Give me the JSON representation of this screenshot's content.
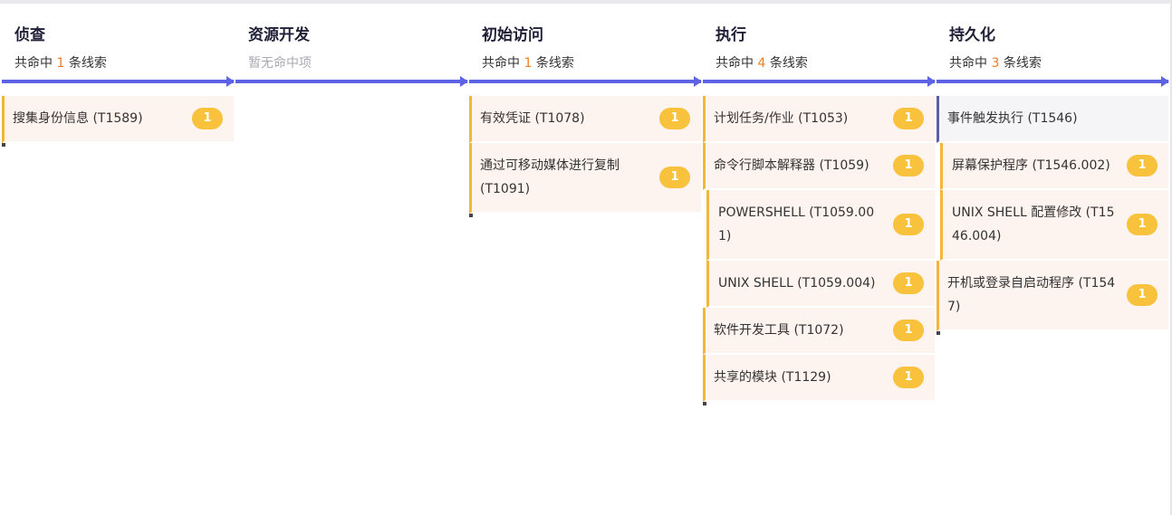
{
  "columns": [
    {
      "title": "侦查",
      "summary": {
        "prefix": "共命中 ",
        "count": "1",
        "suffix": " 条线索",
        "empty_text": ""
      },
      "items": [
        {
          "label": "搜集身份信息 (T1589)",
          "badge": "1"
        }
      ]
    },
    {
      "title": "资源开发",
      "summary": {
        "prefix": "",
        "count": "",
        "suffix": "",
        "empty_text": "暂无命中项"
      },
      "items": []
    },
    {
      "title": "初始访问",
      "summary": {
        "prefix": "共命中 ",
        "count": "1",
        "suffix": " 条线索",
        "empty_text": ""
      },
      "items": [
        {
          "label": "有效凭证 (T1078)",
          "badge": "1"
        },
        {
          "label": "通过可移动媒体进行复制 (T1091)",
          "badge": "1"
        }
      ]
    },
    {
      "title": "执行",
      "summary": {
        "prefix": "共命中 ",
        "count": "4",
        "suffix": " 条线索",
        "empty_text": ""
      },
      "items": [
        {
          "label": "计划任务/作业 (T1053)",
          "badge": "1"
        },
        {
          "label": "命令行脚本解释器 (T1059)",
          "badge": "1"
        },
        {
          "label": "POWERSHELL (T1059.001)",
          "badge": "1"
        },
        {
          "label": "UNIX SHELL (T1059.004)",
          "badge": "1"
        },
        {
          "label": "软件开发工具 (T1072)",
          "badge": "1"
        },
        {
          "label": "共享的模块 (T1129)",
          "badge": "1"
        }
      ]
    },
    {
      "title": "持久化",
      "summary": {
        "prefix": "共命中 ",
        "count": "3",
        "suffix": " 条线索",
        "empty_text": ""
      },
      "items": [
        {
          "label": "事件触发执行 (T1546)",
          "badge": ""
        },
        {
          "label": "屏幕保护程序 (T1546.002)",
          "badge": "1"
        },
        {
          "label": "UNIX SHELL 配置修改 (T1546.004)",
          "badge": "1"
        },
        {
          "label": "开机或登录自启动程序 (T1547)",
          "badge": "1"
        }
      ]
    }
  ],
  "colors": {
    "accent": "#5e63e5",
    "badge": "#f9c23c",
    "count": "#f47b20",
    "item_bg": "#fdf3ef"
  }
}
